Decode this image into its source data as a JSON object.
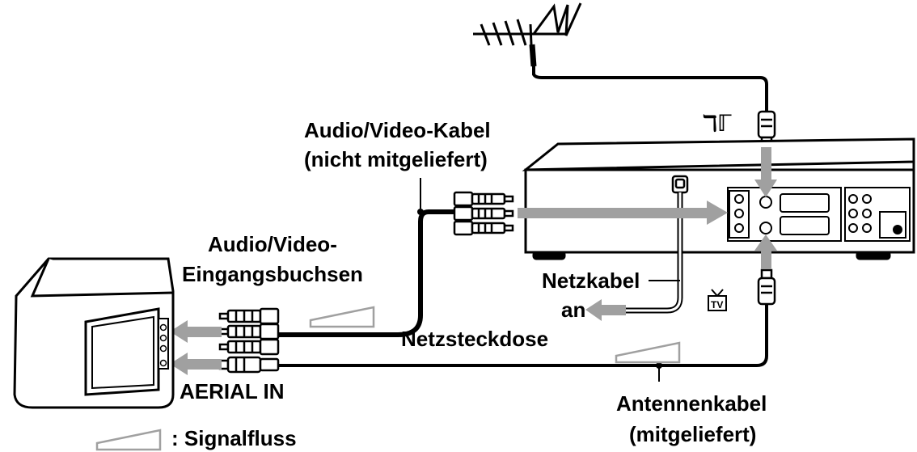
{
  "labels": {
    "av_cable_line1": "Audio/Video-Kabel",
    "av_cable_line2": "(nicht mitgeliefert)",
    "av_input_line1": "Audio/Video-",
    "av_input_line2": "Eingangsbuchsen",
    "power_cable_line1": "Netzkabel",
    "power_cable_line2": "an",
    "power_outlet": "Netzsteckdose",
    "aerial_in": "AERIAL IN",
    "antenna_cable_line1": "Antennenkabel",
    "antenna_cable_line2": "(mitgeliefert)",
    "legend": ": Signalfluss",
    "antenna_in_symbol": "ℸℾ",
    "tv_symbol": "TV"
  },
  "colors": {
    "line": "#000000",
    "flow_arrow": "#a0a0a0",
    "device_fill": "#ffffff"
  }
}
